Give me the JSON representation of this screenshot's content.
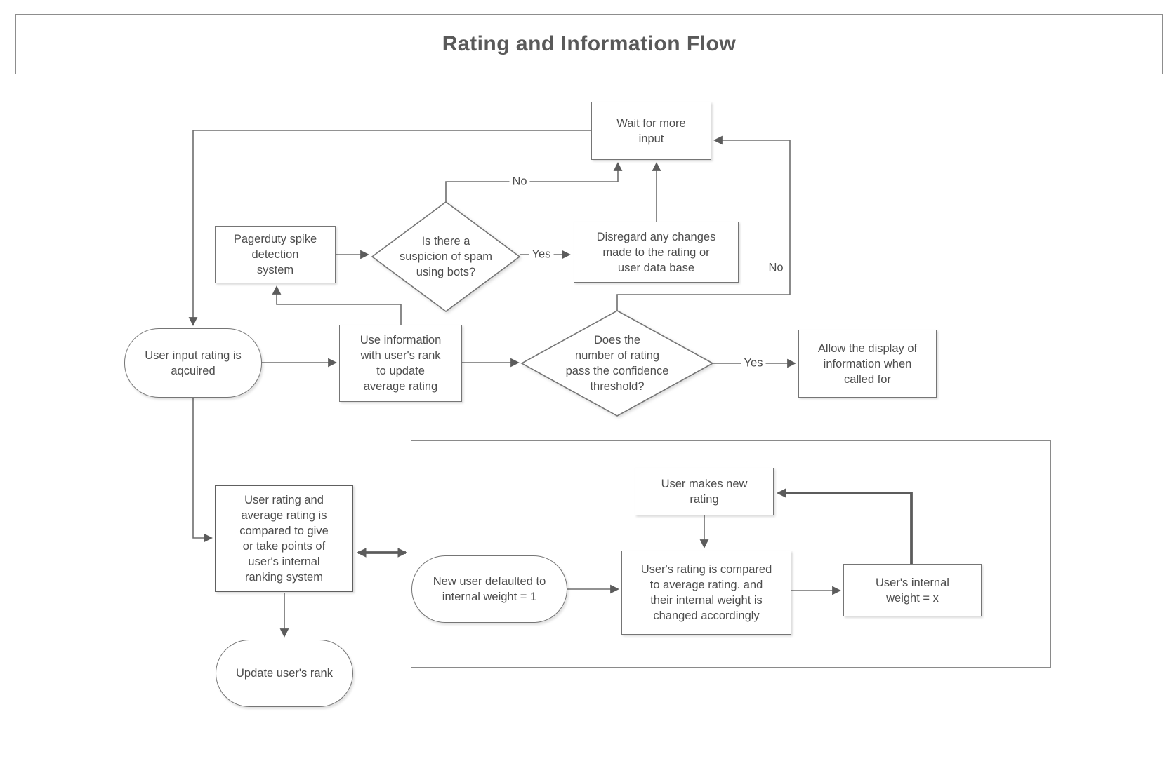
{
  "title": "Rating and Information Flow",
  "colors": {
    "background": "#ffffff",
    "line": "#6e6e6e",
    "box_border": "#757575",
    "box_fill": "#ffffff",
    "text": "#4d4d4d",
    "title_text": "#595959"
  },
  "nodes": {
    "wait_for_input": {
      "type": "process",
      "label": "Wait for more\ninput"
    },
    "pagerduty": {
      "type": "process",
      "label": "Pagerduty spike\ndetection\nsystem"
    },
    "spam_decision": {
      "type": "decision",
      "label": "Is there a\nsuspicion of spam\nusing bots?"
    },
    "disregard": {
      "type": "process",
      "label": "Disregard any changes\nmade to the rating or\nuser data base"
    },
    "user_input": {
      "type": "terminator",
      "label": "User input rating  is\naqcuired"
    },
    "use_information": {
      "type": "process",
      "label": "Use information\nwith user's rank\nto update\naverage rating"
    },
    "confidence_decision": {
      "type": "decision",
      "label": "Does the\nnumber of rating\npass the confidence\nthreshold?"
    },
    "allow_display": {
      "type": "process",
      "label": "Allow the display of\ninformation when\ncalled for"
    },
    "compare_rating": {
      "type": "process",
      "label": "User rating and\naverage rating is\ncompared to give\nor take points of\nuser's internal\nranking system"
    },
    "update_rank": {
      "type": "terminator",
      "label": "Update user's rank"
    },
    "user_makes_rating": {
      "type": "process",
      "label": "User makes new\nrating"
    },
    "new_user_default": {
      "type": "terminator",
      "label": "New user defaulted to\ninternal weight = 1"
    },
    "rating_compared": {
      "type": "process",
      "label": "User's rating is compared\nto average rating. and\ntheir internal weight is\nchanged accordingly"
    },
    "internal_weight": {
      "type": "process",
      "label": "User's internal\nweight = x"
    }
  },
  "edge_labels": {
    "spam_yes": "Yes",
    "spam_no": "No",
    "confidence_yes": "Yes",
    "confidence_no": "No"
  }
}
